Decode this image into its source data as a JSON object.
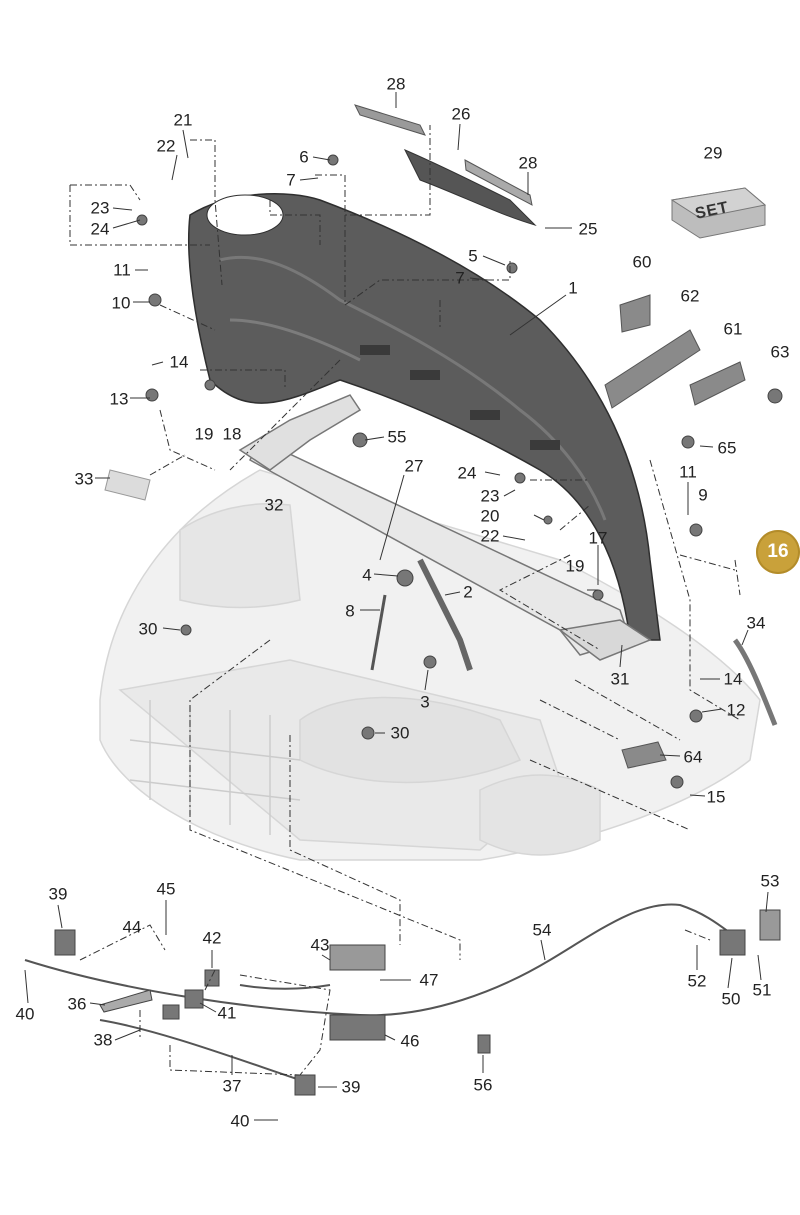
{
  "badge": "16",
  "set_label": "SET",
  "labels": {
    "l28a": "28",
    "l26": "26",
    "l28b": "28",
    "l25": "25",
    "l29": "29",
    "l21": "21",
    "l22a": "22",
    "l6": "6",
    "l7a": "7",
    "l23a": "23",
    "l24a": "24",
    "l11a": "11",
    "l10": "10",
    "l5": "5",
    "l7b": "7",
    "l1": "1",
    "l60": "60",
    "l62": "62",
    "l61": "61",
    "l63": "63",
    "l14a": "14",
    "l13": "13",
    "l19a": "19",
    "l18": "18",
    "l55": "55",
    "l65": "65",
    "l33": "33",
    "l32": "32",
    "l27": "27",
    "l24b": "24",
    "l23b": "23",
    "l11b": "11",
    "l9": "9",
    "l20": "20",
    "l22b": "22",
    "l17": "17",
    "l19b": "19",
    "l4": "4",
    "l2": "2",
    "l8": "8",
    "l30a": "30",
    "l34": "34",
    "l31": "31",
    "l14b": "14",
    "l3": "3",
    "l12": "12",
    "l30b": "30",
    "l64": "64",
    "l15": "15",
    "l39a": "39",
    "l45": "45",
    "l44": "44",
    "l42": "42",
    "l43": "43",
    "l54": "54",
    "l53": "53",
    "l40a": "40",
    "l36": "36",
    "l41": "41",
    "l47": "47",
    "l52": "52",
    "l50": "50",
    "l51": "51",
    "l38": "38",
    "l46": "46",
    "l37": "37",
    "l39b": "39",
    "l56": "56",
    "l40b": "40"
  }
}
